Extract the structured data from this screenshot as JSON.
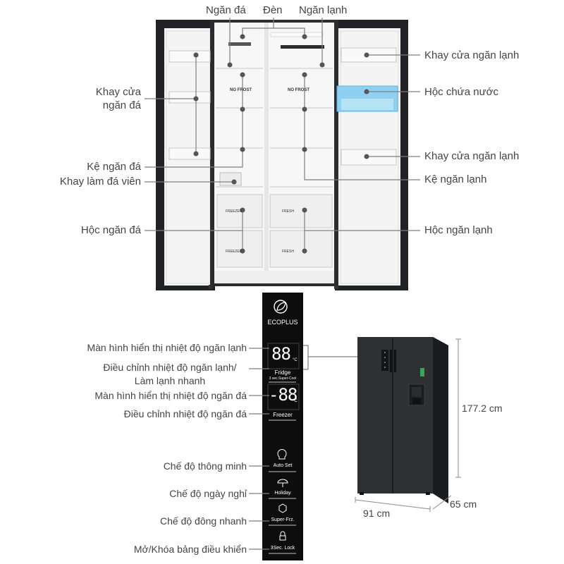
{
  "labels": {
    "top": {
      "freezer": "Ngăn đá",
      "light": "Đèn",
      "fridge": "Ngăn lạnh"
    },
    "left": {
      "freezer_door_tray": "Khay cửa\nngăn đá",
      "freezer_shelf": "Kệ ngăn đá",
      "ice_tray": "Khay làm đá viên",
      "freezer_drawer": "Hộc ngăn đá"
    },
    "right": {
      "fridge_door_tray_1": "Khay cửa ngăn lạnh",
      "water_tank": "Hộc chứa nước",
      "fridge_door_tray_2": "Khay cửa ngăn lạnh",
      "fridge_shelf": "Kệ ngăn lạnh",
      "fridge_drawer": "Hộc ngăn lạnh"
    },
    "panel": {
      "fridge_temp_display": "Màn hình hiển thị nhiệt độ ngăn lạnh",
      "fridge_temp_adjust": "Điều chỉnh nhiệt độ ngăn lạnh/\nLàm lạnh nhanh",
      "freezer_temp_display": "Màn hình hiển thị nhiệt độ ngăn đá",
      "freezer_temp_adjust": "Điều chỉnh nhiệt độ ngăn đá",
      "smart_mode": "Chế độ thông minh",
      "holiday_mode": "Chế độ ngày nghỉ",
      "quick_freeze": "Chế độ đông nhanh",
      "lock": "Mở/Khóa bảng điều khiển"
    }
  },
  "fridge_interior_text": {
    "no_frost_left": "NO FROST",
    "no_frost_right": "NO FROST",
    "freezer_drawer_1": "FREEZER",
    "freezer_drawer_2": "FREEZER",
    "fresh_drawer_1": "FRESH",
    "fresh_drawer_2": "FRESH"
  },
  "control_panel": {
    "brand": "ECOPLUS",
    "fridge_display": "88",
    "freezer_display": "-88",
    "unit": "°C",
    "fridge_button": "Fridge",
    "fridge_button_sub": "3 sec.Super-Cool",
    "freezer_button": "Freezer",
    "auto_set": "Auto Set",
    "holiday": "Holiday",
    "super_frz": "Super-Frz.",
    "lock": "3Sec. Lock"
  },
  "dimensions": {
    "height": "177.2 cm",
    "width": "91 cm",
    "depth": "65 cm"
  },
  "colors": {
    "body": "#1f2124",
    "interior": "#f7f7f7",
    "marker": "#8a8a8a",
    "water_tank": "#8fd0f0",
    "panel": "#0d0d0d"
  }
}
